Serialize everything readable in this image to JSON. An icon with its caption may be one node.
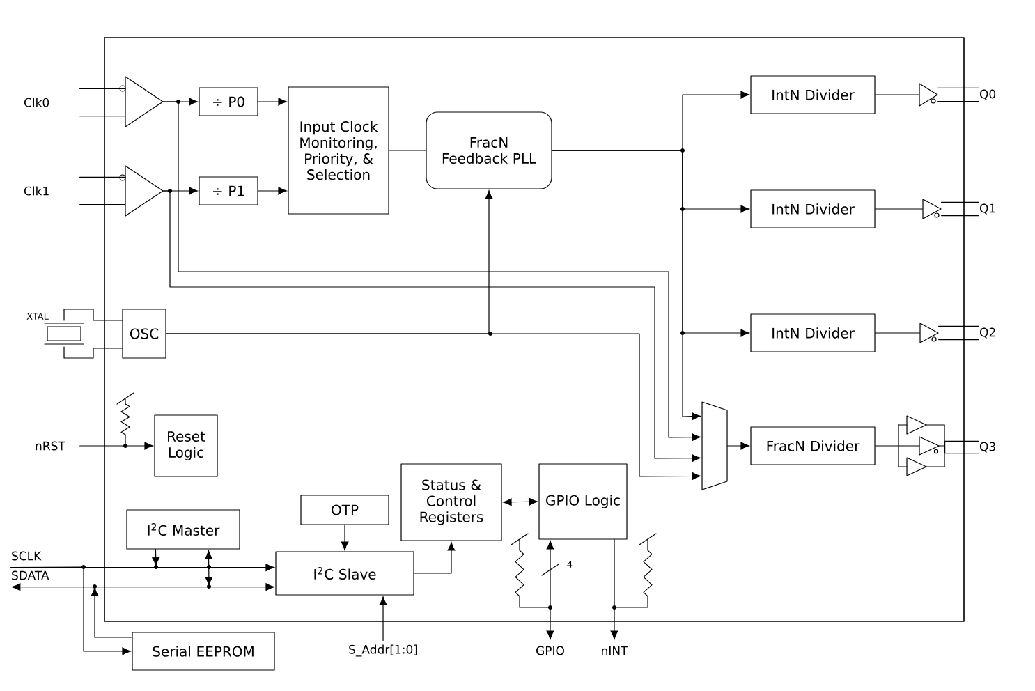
{
  "diagram": {
    "nodes": [
      {
        "text": [
          "Clk0"
        ]
      },
      {
        "text": [
          "Clk1"
        ]
      },
      {
        "text": [],
        "shape": "triangle"
      },
      {
        "text": [],
        "shape": "triangle"
      },
      {
        "text": [
          "÷ P0"
        ]
      },
      {
        "text": [
          "÷ P1"
        ]
      },
      {
        "text": [
          "Input Clock Monitoring, Priority, & Selection"
        ]
      },
      {
        "text": [
          "FracN Feedback PLL"
        ]
      },
      {
        "text": [
          "IntN Divider"
        ]
      },
      {
        "text": [
          "IntN Divider"
        ]
      },
      {
        "text": [
          "IntN Divider"
        ]
      },
      {
        "text": [],
        "shape": "triangle"
      },
      {
        "text": [],
        "shape": "triangle"
      },
      {
        "text": [],
        "shape": "triangle"
      },
      {
        "text": [
          "Q0"
        ]
      },
      {
        "text": [
          "Q1"
        ]
      },
      {
        "text": [
          "Q2"
        ]
      },
      {
        "text": [
          "OSC"
        ]
      },
      {
        "text": [
          "nRST"
        ]
      },
      {
        "text": [
          "Reset Logic"
        ]
      },
      {
        "text": [],
        "shape": "trapezoid"
      },
      {
        "text": [
          "FracN Divider"
        ]
      },
      {
        "text": [],
        "shape": "triangle"
      },
      {
        "text": [
          "Q3"
        ]
      },
      {
        "text": [
          "SCLK"
        ]
      },
      {
        "text": [
          "SDATA"
        ]
      },
      {
        "text": [
          "I$^{2}$C Master"
        ]
      },
      {
        "text": [
          "OTP"
        ]
      },
      {
        "text": [
          "I$^{2}$C Slave"
        ]
      },
      {
        "text": [
          "Status & Control Registers"
        ]
      },
      {
        "text": [
          "GPIO Logic"
        ]
      },
      {
        "text": [
          "Serial EEPROM"
        ]
      },
      {
        "text": [
          "S_Addr[1:0]"
        ]
      },
      {
        "text": [
          "GPIO"
        ]
      },
      {
        "text": [
          "nINT"
        ]
      }
    ],
    "edges": [
      {
        "from": 0,
        "to": 2,
        "arrow": "none"
      },
      {
        "from": 1,
        "to": 3,
        "arrow": "none"
      },
      {
        "from": 2,
        "to": 4,
        "arrow": "to"
      },
      {
        "from": 3,
        "to": 5,
        "arrow": "to"
      },
      {
        "from": 4,
        "to": 6,
        "arrow": "to"
      },
      {
        "from": 5,
        "to": 6,
        "arrow": "to"
      },
      {
        "from": 6,
        "to": 7,
        "arrow": "none"
      },
      {
        "from": 7,
        "to": 8,
        "arrow": "to"
      },
      {
        "from": 7,
        "to": 9,
        "arrow": "to"
      },
      {
        "from": 7,
        "to": 10,
        "arrow": "to"
      },
      {
        "from": 7,
        "to": 20,
        "arrow": "to"
      },
      {
        "from": 8,
        "to": 11,
        "arrow": "none"
      },
      {
        "from": 9,
        "to": 12,
        "arrow": "none"
      },
      {
        "from": 10,
        "to": 13,
        "arrow": "none"
      },
      {
        "from": 11,
        "to": 14,
        "arrow": "none"
      },
      {
        "from": 12,
        "to": 15,
        "arrow": "none"
      },
      {
        "from": 13,
        "to": 16,
        "arrow": "none"
      },
      {
        "from": 17,
        "to": 7,
        "arrow": "to"
      },
      {
        "from": 2,
        "to": 20,
        "arrow": "to"
      },
      {
        "from": 3,
        "to": 20,
        "arrow": "to"
      },
      {
        "from": 17,
        "to": 20,
        "arrow": "to"
      },
      {
        "from": 20,
        "to": 21,
        "arrow": "to"
      },
      {
        "from": 21,
        "to": 22,
        "arrow": "none"
      },
      {
        "from": 22,
        "to": 23,
        "arrow": "none"
      },
      {
        "from": 18,
        "to": 19,
        "arrow": "to"
      },
      {
        "from": 24,
        "to": 28,
        "arrow": "to"
      },
      {
        "from": 25,
        "to": 28,
        "arrow": "both"
      },
      {
        "from": 26,
        "to": null,
        "arrow": "to"
      },
      {
        "from": null,
        "to": 26,
        "arrow": "both"
      },
      {
        "from": 24,
        "to": 31,
        "arrow": "to"
      },
      {
        "from": 31,
        "to": null,
        "arrow": "to"
      },
      {
        "from": 27,
        "to": 28,
        "arrow": "to"
      },
      {
        "from": 28,
        "to": 29,
        "arrow": "to"
      },
      {
        "from": 30,
        "to": 29,
        "arrow": "both"
      },
      {
        "from": 30,
        "to": 33,
        "arrow": "both",
        "label": "4"
      },
      {
        "from": 30,
        "to": 34,
        "arrow": "to"
      },
      {
        "from": 32,
        "to": 28,
        "arrow": "to"
      }
    ],
    "labels": [
      "XTAL"
    ]
  }
}
